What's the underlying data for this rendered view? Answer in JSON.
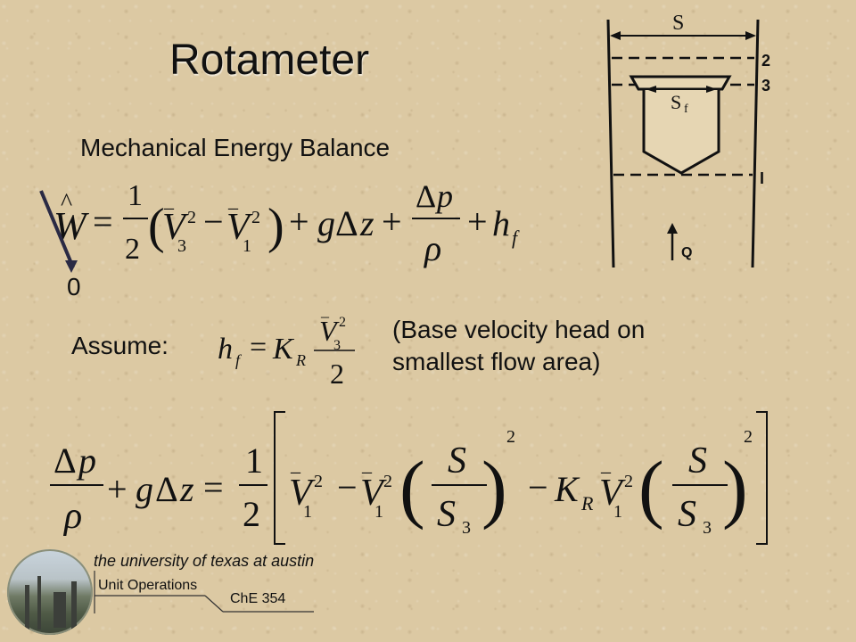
{
  "slide": {
    "title": "Rotameter",
    "subtitle": "Mechanical Energy Balance",
    "zero_label": "0",
    "assume_label": "Assume:",
    "note": "(Base velocity head on smallest flow area)"
  },
  "diagram": {
    "label_s": "S",
    "label_sf": "S",
    "label_sf_sub": "f",
    "station_2": "2",
    "station_3": "3",
    "station_1": "I",
    "flow_label": "Q"
  },
  "footer": {
    "university": "the university of texas at austin",
    "course_name": "Unit Operations",
    "course_code": "ChE 354"
  }
}
